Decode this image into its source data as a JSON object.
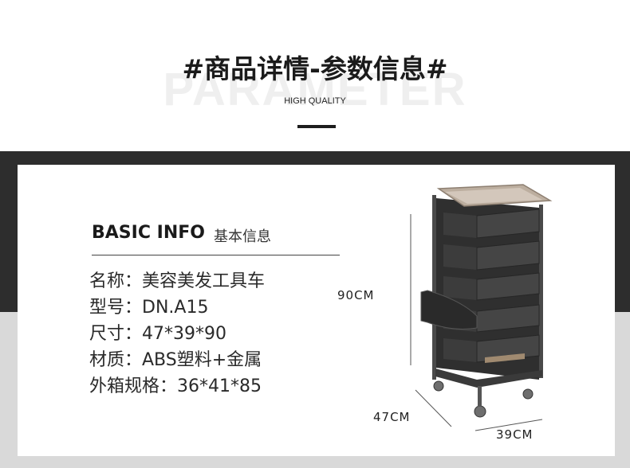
{
  "header": {
    "title": "#商品详情-参数信息#",
    "ghost_text": "PARAMETER",
    "subtitle": "HIGH QUALITY"
  },
  "info": {
    "heading_en": "BASIC INFO",
    "heading_cn": "基本信息",
    "specs": [
      "名称：美容美发工具车",
      "型号：DN.A15",
      "尺寸：47*39*90",
      "材质：ABS塑料+金属",
      "外箱规格：36*41*85"
    ]
  },
  "dimensions": {
    "height": "90CM",
    "depth": "47CM",
    "width": "39CM"
  },
  "colors": {
    "dark_band": "#2d2d2d",
    "light_band": "#d9d9d9",
    "product_body": "#3a3a3a",
    "tray": "#b7a89a"
  },
  "icons": [
    "trolley-cart-image"
  ]
}
